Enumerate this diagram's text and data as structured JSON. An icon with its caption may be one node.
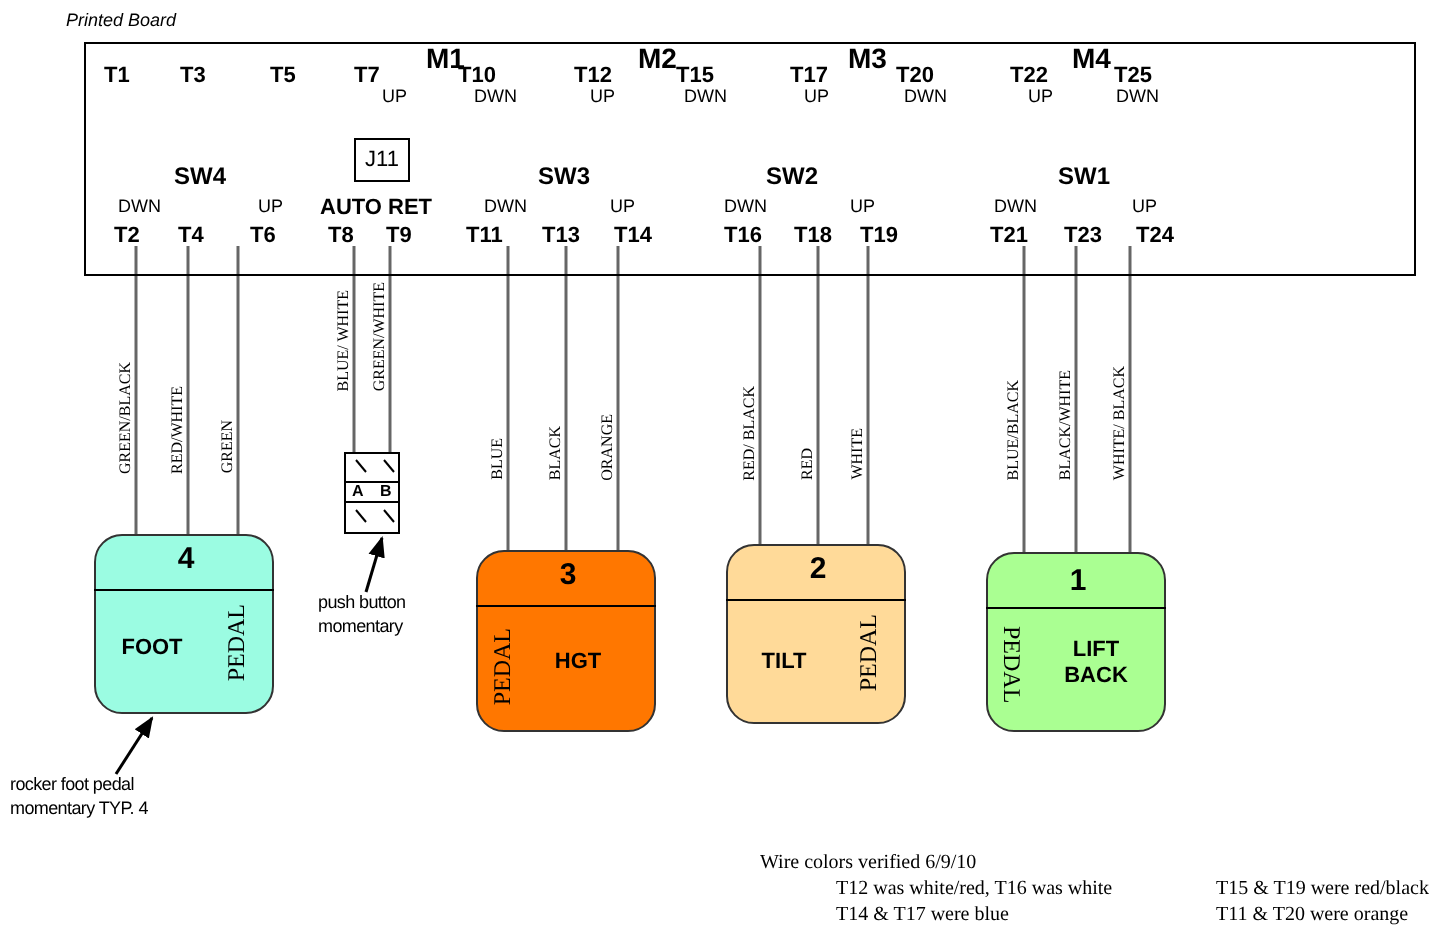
{
  "diagram": {
    "nodes": [
      {
        "text": [
          "Printed Board"
        ]
      },
      {
        "text": [
          "J11"
        ],
        "in": 0
      },
      {
        "text": [
          "T2"
        ],
        "in": 0
      },
      {
        "text": [
          "T4"
        ],
        "in": 0
      },
      {
        "text": [
          "T6"
        ],
        "in": 0
      },
      {
        "text": [
          "T8"
        ],
        "in": 0
      },
      {
        "text": [
          "T9"
        ],
        "in": 0
      },
      {
        "text": [
          "T11"
        ],
        "in": 0
      },
      {
        "text": [
          "T13"
        ],
        "in": 0
      },
      {
        "text": [
          "T14"
        ],
        "in": 0
      },
      {
        "text": [
          "T16"
        ],
        "in": 0
      },
      {
        "text": [
          "T18"
        ],
        "in": 0
      },
      {
        "text": [
          "T19"
        ],
        "in": 0
      },
      {
        "text": [
          "T21"
        ],
        "in": 0
      },
      {
        "text": [
          "T23"
        ],
        "in": 0
      },
      {
        "text": [
          "T24"
        ],
        "in": 0
      },
      {
        "text": [
          "4",
          "FOOT",
          "PEDAL"
        ]
      },
      {
        "text": [
          "A",
          "B"
        ]
      },
      {
        "text": [
          "3",
          "PEDAL",
          "HGT"
        ]
      },
      {
        "text": [
          "2",
          "TILT",
          "PEDAL"
        ]
      },
      {
        "text": [
          "1",
          "PEDAL",
          "LIFT BACK"
        ]
      },
      {
        "text": [
          "push button momentary"
        ]
      },
      {
        "text": [
          "rocker foot pedal momentary TYP. 4"
        ]
      }
    ],
    "edges": [
      {
        "from": 2,
        "to": 16,
        "arrow": "none",
        "label": "GREEN/BLACK"
      },
      {
        "from": 3,
        "to": 16,
        "arrow": "none",
        "label": "RED/WHITE"
      },
      {
        "from": 4,
        "to": 16,
        "arrow": "none",
        "label": "GREEN"
      },
      {
        "from": 5,
        "to": 17,
        "arrow": "none",
        "label": "BLUE/ WHITE"
      },
      {
        "from": 6,
        "to": 17,
        "arrow": "none",
        "label": "GREEN/WHITE"
      },
      {
        "from": 7,
        "to": 18,
        "arrow": "none",
        "label": "BLUE"
      },
      {
        "from": 8,
        "to": 18,
        "arrow": "none",
        "label": "BLACK"
      },
      {
        "from": 9,
        "to": 18,
        "arrow": "none",
        "label": "ORANGE"
      },
      {
        "from": 10,
        "to": 19,
        "arrow": "none",
        "label": "RED/ BLACK"
      },
      {
        "from": 11,
        "to": 19,
        "arrow": "none",
        "label": "RED"
      },
      {
        "from": 12,
        "to": 19,
        "arrow": "none",
        "label": "WHITE"
      },
      {
        "from": 13,
        "to": 20,
        "arrow": "none",
        "label": "BLUE/BLACK"
      },
      {
        "from": 14,
        "to": 20,
        "arrow": "none",
        "label": "BLACK/WHITE"
      },
      {
        "from": 15,
        "to": 20,
        "arrow": "none",
        "label": "WHITE/ BLACK"
      },
      {
        "from": 21,
        "to": 17,
        "arrow": "to",
        "color": "#000000"
      },
      {
        "from": 22,
        "to": 16,
        "arrow": "to",
        "color": "#000000"
      }
    ],
    "labels": [
      "T1",
      "T3",
      "T5",
      "T7",
      "M1",
      "T10",
      "T12",
      "M2",
      "T15",
      "T17",
      "M3",
      "T20",
      "T22",
      "M4",
      "T25",
      "UP",
      "DWN",
      "UP",
      "DWN",
      "UP",
      "DWN",
      "UP",
      "DWN",
      "SW4",
      "SW3",
      "SW2",
      "SW1",
      "DWN",
      "UP",
      "AUTO RET",
      "DWN",
      "UP",
      "DWN",
      "UP",
      "DWN",
      "UP",
      "Wire colors verified 6/9/10",
      "T12 was white/red, T16 was white",
      "T15 & T19 were red/black",
      "T14 & T17 were blue",
      "T11 & T20 were orange"
    ]
  }
}
